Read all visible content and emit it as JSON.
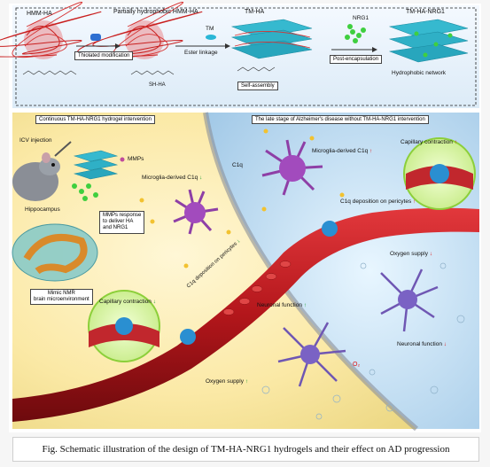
{
  "top": {
    "hmm_ha": "HMM-HA",
    "partially": "Partially hydrophobic HMM-HA",
    "tm_ha": "TM-HA",
    "nrg1": "NRG1",
    "tm_ha_nrg1": "TM-HA-NRG1",
    "thiolated": "Thiolated modification",
    "sh_ha": "SH-HA",
    "tm": "TM",
    "ester": "Ester linkage",
    "self_assembly": "Self-assembly",
    "post_encap": "Post-encapsulation",
    "hydrophobic": "Hydrophobic network"
  },
  "left": {
    "continuous": "Continuous TM-HA-NRG1 hydrogel intervention",
    "icv": "ICV injection",
    "mmps": "MMPs",
    "hippocampus": "Hippocampus",
    "mmps_response": [
      "MMPs response",
      "to deliver HA",
      "and NRG1"
    ],
    "mimic": [
      "Mimic NMR",
      "brain microenvironment"
    ],
    "microglia": "Microglia-derived C1q",
    "c1q_dep": "C1q deposition on pericytes",
    "capillary": "Capillary contraction",
    "oxygen": "Oxygen supply",
    "neuronal": "Neuronal function"
  },
  "right": {
    "late": "The late stage of Alzheimer's  disease without TM-HA-NRG1 intervention",
    "c1q": "C1q",
    "microglia": "Microglia-derived C1q",
    "capillary": "Capillary contraction",
    "c1q_dep": "C1q deposition on pericytes",
    "oxygen": "Oxygen supply",
    "neuronal": "Neuronal function",
    "o2": "O₂"
  },
  "caption": "Fig. Schematic illustration of the design of TM-HA-NRG1 hydrogels and their effect on AD progression",
  "colors": {
    "vessel": "#b3161b",
    "microglia": "#8e3fa6",
    "hydrogel": "#25b3c9",
    "nrg1": "#3fcf3f",
    "up": "#d11111",
    "down": "#1a9b2c"
  }
}
